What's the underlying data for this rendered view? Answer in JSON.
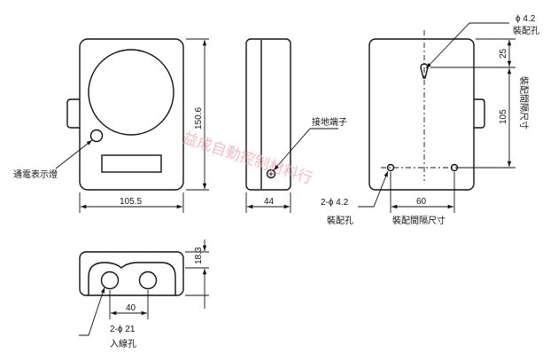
{
  "labels": {
    "indicator_lamp": "通電表示燈",
    "ground_terminal": "接地端子",
    "mount_hole": "裝配孔",
    "mount_hole_top": "裝配孔",
    "mount_pitch": "裝配間隔尺寸",
    "mount_pitch_vertical": "裝配間隔尺寸",
    "wire_inlet": "入線孔"
  },
  "dimensions": {
    "front_width": "105.5",
    "front_height": "150.6",
    "side_depth": "44",
    "hole_dia_top": "ϕ 4.2",
    "hole_offset_top": "25",
    "hole_pitch_v": "105",
    "hole_pitch_h": "60",
    "hole_dia_bottom": "2-ϕ 4.2",
    "bottom_height": "18.3",
    "inlet_pitch": "40",
    "inlet_dia": "2-ϕ 21"
  },
  "watermark": "益成自動控制材料行"
}
